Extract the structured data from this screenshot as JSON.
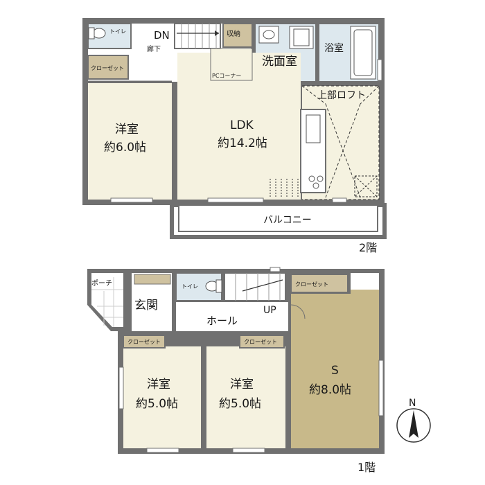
{
  "floor2": {
    "label": "2階",
    "rooms": {
      "ldk": {
        "name": "LDK",
        "area": "約14.2帖"
      },
      "western": {
        "name": "洋室",
        "area": "約6.0帖"
      },
      "washroom": "洗面室",
      "bath": "浴室",
      "storage": "収納",
      "toilet": "トイレ",
      "closet": "クローゼット",
      "hallway": "廊下",
      "stair": "DN",
      "pc_corner": "PCコーナー",
      "loft": "上部ロフト",
      "balcony": "バルコニー"
    }
  },
  "floor1": {
    "label": "1階",
    "rooms": {
      "porch": "ポーチ",
      "entrance": "玄関",
      "toilet": "トイレ",
      "closet_top": "クローゼット",
      "hall": "ホール",
      "stair": "UP",
      "closet_a": "クローゼット",
      "closet_b": "クローゼット",
      "western_a": {
        "name": "洋室",
        "area": "約5.0帖"
      },
      "western_b": {
        "name": "洋室",
        "area": "約5.0帖"
      },
      "s_room": {
        "name": "S",
        "area": "約8.0帖"
      }
    }
  },
  "compass": {
    "label": "N"
  },
  "colors": {
    "wall": "#707070",
    "room_fill": "#f5f2e0",
    "wet_fill": "#dde8ee",
    "closet_fill": "#cfc2a0",
    "s_room_fill": "#c8b98a",
    "balcony_fill": "#ffffff"
  }
}
